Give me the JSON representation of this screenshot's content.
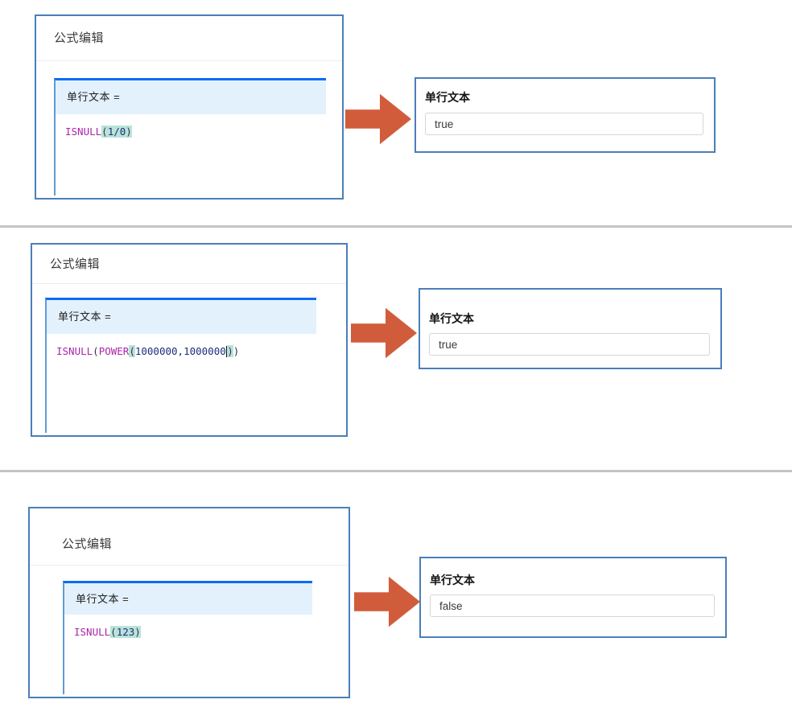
{
  "colors": {
    "panel_border": "#4a7fb9",
    "editor_accent": "#0a6cf5",
    "editor_left_border": "#5f9bd8",
    "editor_header_bg": "#e3f1fd",
    "bracket_highlight_bg": "#b9e3d9",
    "function_name": "#a826a8",
    "number": "#1c2e7b",
    "arrow": "#d15c3c",
    "separator": "#c9c9c9"
  },
  "examples": [
    {
      "panel_title": "公式编辑",
      "assignment_label": "单行文本 =",
      "formula_text": "ISNULL(1/0)",
      "formula_tokens": [
        {
          "t": "ISNULL",
          "c": "fn"
        },
        {
          "t": "(",
          "c": "paren",
          "hl": true
        },
        {
          "t": "1/0",
          "c": "num",
          "hl": true
        },
        {
          "t": ")",
          "c": "paren",
          "hl": true
        }
      ],
      "result_label": "单行文本",
      "result_value": "true"
    },
    {
      "panel_title": "公式编辑",
      "assignment_label": "单行文本 =",
      "formula_text": "ISNULL(POWER(1000000,1000000))",
      "formula_tokens": [
        {
          "t": "ISNULL",
          "c": "fn"
        },
        {
          "t": "(",
          "c": "paren"
        },
        {
          "t": "POWER",
          "c": "fn"
        },
        {
          "t": "(",
          "c": "paren",
          "hl": true
        },
        {
          "t": "1000000,1000000",
          "c": "num"
        },
        {
          "t": "",
          "c": "cursor"
        },
        {
          "t": ")",
          "c": "paren",
          "hl": true
        },
        {
          "t": ")",
          "c": "paren"
        }
      ],
      "result_label": "单行文本",
      "result_value": "true"
    },
    {
      "panel_title": "公式编辑",
      "assignment_label": "单行文本 =",
      "formula_text": "ISNULL(123)",
      "formula_tokens": [
        {
          "t": "ISNULL",
          "c": "fn"
        },
        {
          "t": "(",
          "c": "paren",
          "hl": true
        },
        {
          "t": "123",
          "c": "num",
          "hl": true
        },
        {
          "t": ")",
          "c": "paren",
          "hl": true
        }
      ],
      "result_label": "单行文本",
      "result_value": "false"
    }
  ]
}
